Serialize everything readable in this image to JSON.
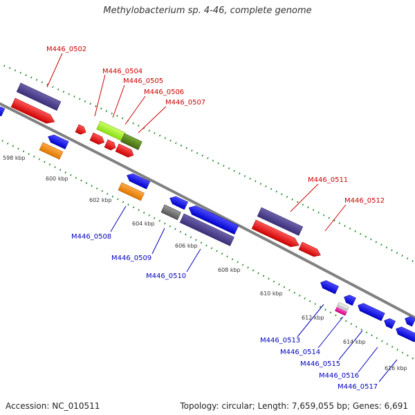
{
  "title": "Methylobacterium sp. 4-46, complete genome",
  "footer": {
    "accession": "Accession: NC_010511",
    "summary": "Topology: circular; Length: 7,659,055 bp; Genes: 6,691"
  },
  "scale": {
    "kbp_labels": [
      "598 kbp",
      "600 kbp",
      "602 kbp",
      "604 kbp",
      "606 kbp",
      "608 kbp",
      "610 kbp",
      "612 kbp",
      "614 kbp",
      "616 kbp"
    ]
  },
  "genes_forward": [
    {
      "label": "M446_0502",
      "color": "#dd0000"
    },
    {
      "label": "M446_0504",
      "color": "#dd0000"
    },
    {
      "label": "M446_0505",
      "color": "#dd0000"
    },
    {
      "label": "M446_0506",
      "color": "#dd0000"
    },
    {
      "label": "M446_0507",
      "color": "#dd0000"
    },
    {
      "label": "M446_0511",
      "color": "#dd0000"
    },
    {
      "label": "M446_0512",
      "color": "#dd0000"
    }
  ],
  "genes_reverse": [
    {
      "label": "M446_0508",
      "color": "#0000cc"
    },
    {
      "label": "M446_0509",
      "color": "#0000cc"
    },
    {
      "label": "M446_0510",
      "color": "#0000cc"
    },
    {
      "label": "M446_0513",
      "color": "#0000cc"
    },
    {
      "label": "M446_0514",
      "color": "#0000cc"
    },
    {
      "label": "M446_0515",
      "color": "#0000cc"
    },
    {
      "label": "M446_0516",
      "color": "#0000cc"
    },
    {
      "label": "M446_0517",
      "color": "#0000cc"
    }
  ],
  "colors": {
    "forward_cds": "#ee0000",
    "reverse_cds": "#1a1aee",
    "cog_purple": "#4a3f8a",
    "cog_orange": "#ff8800",
    "cog_lightgreen": "#99ee22",
    "cog_olive": "#558822",
    "cog_gray": "#666666",
    "cog_pink": "#ee1199",
    "backbone": "#808080",
    "tick_green": "#228822"
  }
}
